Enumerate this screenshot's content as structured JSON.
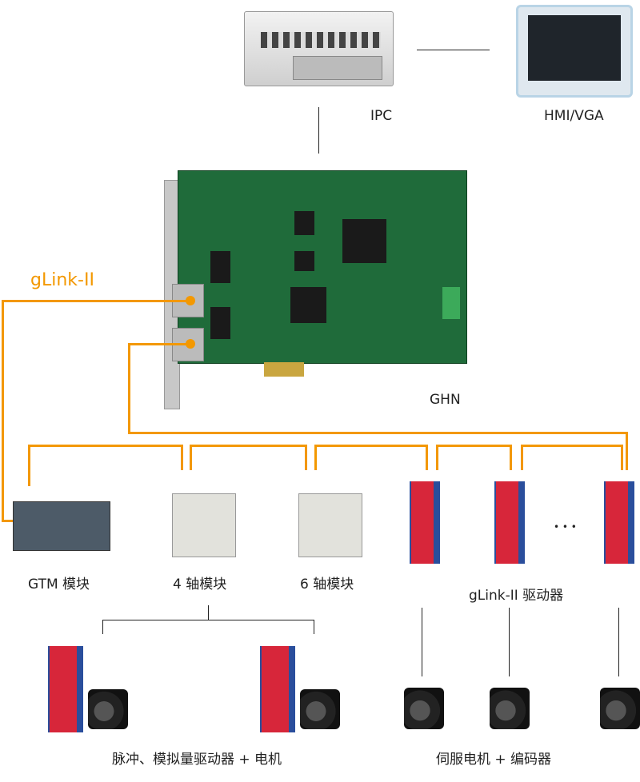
{
  "labels": {
    "ipc": "IPC",
    "hmi": "HMI/VGA",
    "ghn": "GHN",
    "glink": "gLink-II",
    "gtm": "GTM 模块",
    "axis4": "4 轴模块",
    "axis6": "6 轴模块",
    "glink_drives": "gLink-II 驱动器",
    "ellipsis": "• • •",
    "pulse_drives": "脉冲、模拟量驱动器 + 电机",
    "servo": "伺服电机 + 编码器"
  },
  "colors": {
    "link": "#f39800",
    "line": "#222222"
  }
}
